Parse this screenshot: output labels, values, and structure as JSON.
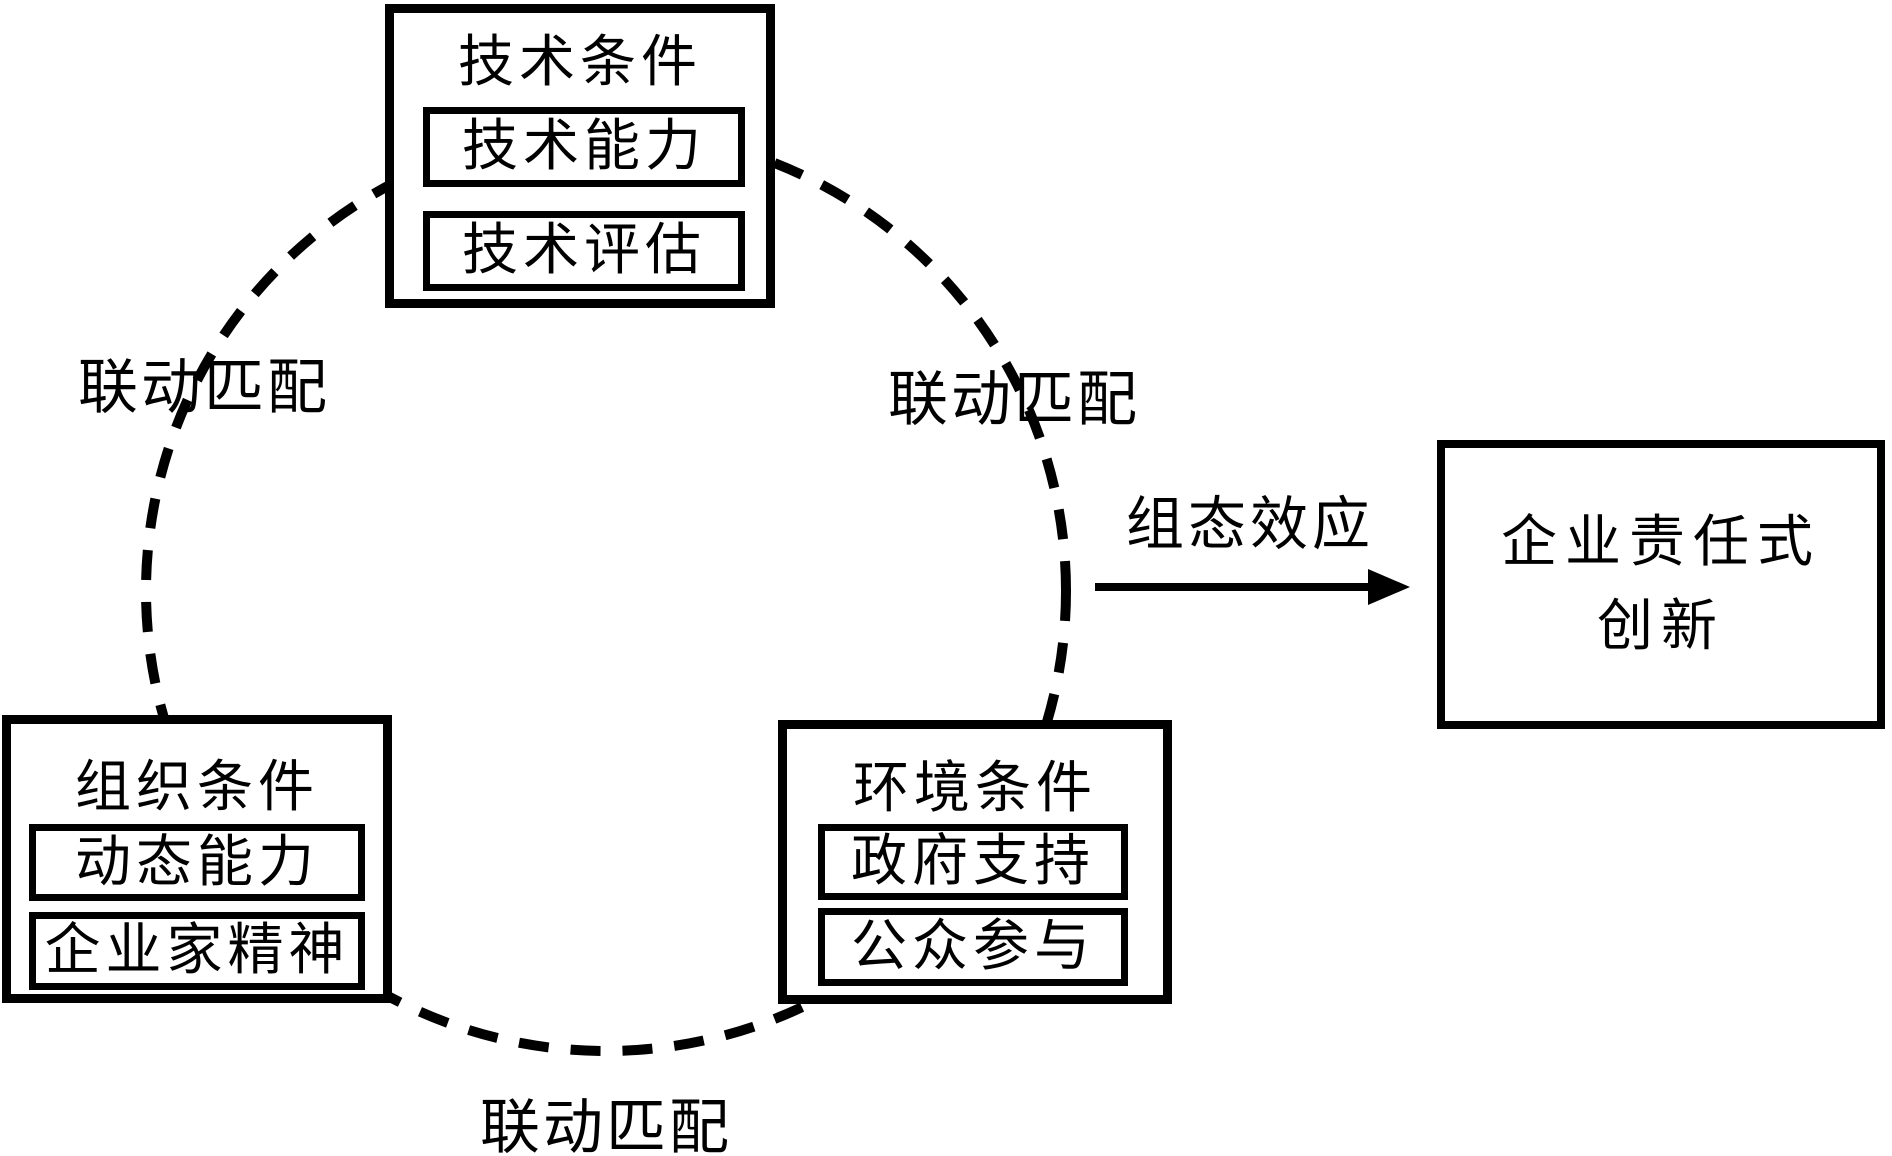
{
  "diagram": {
    "nodes": {
      "technology": {
        "title": "技术条件",
        "items": [
          {
            "label": "技术能力"
          },
          {
            "label": "技术评估"
          }
        ]
      },
      "organization": {
        "title": "组织条件",
        "items": [
          {
            "label": "动态能力"
          },
          {
            "label": "企业家精神"
          }
        ]
      },
      "environment": {
        "title": "环境条件",
        "items": [
          {
            "label": "政府支持"
          },
          {
            "label": "公众参与"
          }
        ]
      },
      "outcome": {
        "line1": "企业责任式",
        "line2": "创新"
      }
    },
    "edge_labels": {
      "linkage_left": "联动匹配",
      "linkage_right": "联动匹配",
      "linkage_bottom": "联动匹配",
      "configuration_effect": "组态效应"
    },
    "colors": {
      "ink": "#000000",
      "background": "#ffffff"
    }
  }
}
